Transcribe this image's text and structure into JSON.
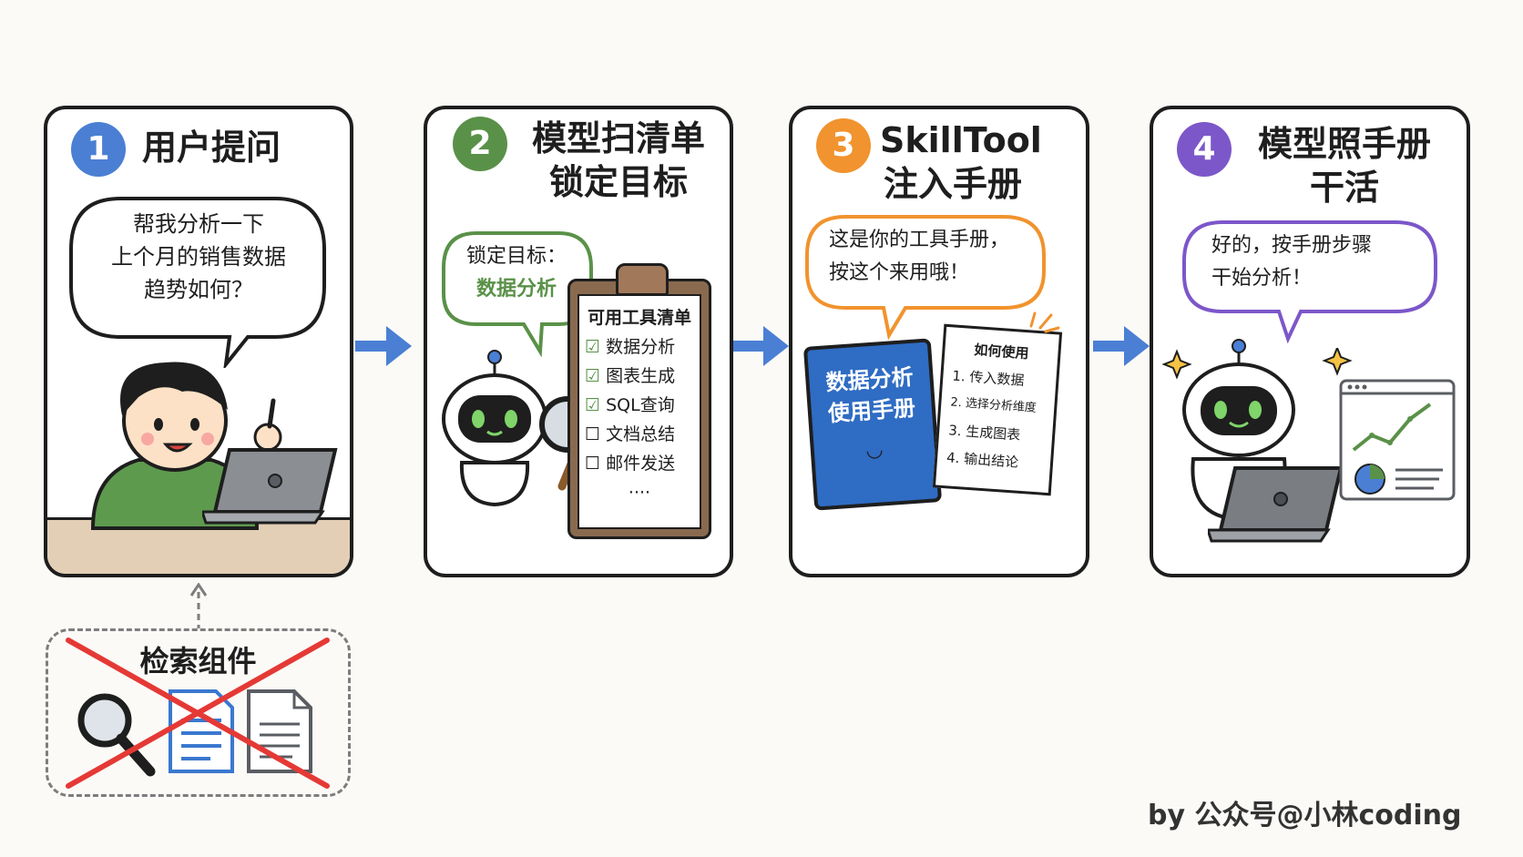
{
  "colors": {
    "step1": "#4a7fd4",
    "step2": "#5a9148",
    "step3": "#f1932e",
    "step4": "#7c57c9",
    "arrow": "#4a7fd4",
    "cross": "#e53935"
  },
  "step1": {
    "number": "1",
    "title": "用户提问",
    "bubble_lines": [
      "帮我分析一下",
      "上个月的销售数据",
      "趋势如何？"
    ]
  },
  "step2": {
    "number": "2",
    "title_lines": [
      "模型扫清单",
      "锁定目标"
    ],
    "bubble_lines": [
      "锁定目标：",
      "数据分析"
    ],
    "clipboard": {
      "title": "可用工具清单",
      "items": [
        {
          "label": "数据分析",
          "checked": true
        },
        {
          "label": "图表生成",
          "checked": true
        },
        {
          "label": "SQL查询",
          "checked": true
        },
        {
          "label": "文档总结",
          "checked": false
        },
        {
          "label": "邮件发送",
          "checked": false
        }
      ],
      "more": "····"
    }
  },
  "step3": {
    "number": "3",
    "title_lines": [
      "SkillTool",
      "注入手册"
    ],
    "bubble_lines": [
      "这是你的工具手册，",
      "按这个来用哦！"
    ],
    "book_lines": [
      "数据分析",
      "使用手册"
    ],
    "howto": {
      "title": "如何使用",
      "steps": [
        "1. 传入数据",
        "2. 选择分析维度",
        "3. 生成图表",
        "4. 输出结论"
      ]
    }
  },
  "step4": {
    "number": "4",
    "title_lines": [
      "模型照手册",
      "干活"
    ],
    "bubble_lines": [
      "好的，按手册步骤",
      "干始分析！"
    ]
  },
  "retrieval": {
    "label": "检索组件"
  },
  "byline": "by 公众号@小林coding"
}
